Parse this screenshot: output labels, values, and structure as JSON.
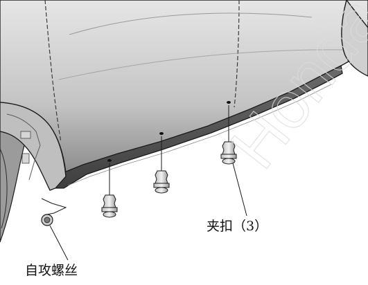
{
  "diagram": {
    "labels": {
      "clip": "夹扣（3）",
      "screw": "自攻螺丝"
    },
    "watermark": "Honda",
    "colors": {
      "line": "#1a1a1a",
      "body_light": "#d9d9d9",
      "body_mid": "#b3b3b3",
      "body_dark": "#6e6e6e",
      "background": "#ffffff"
    }
  }
}
